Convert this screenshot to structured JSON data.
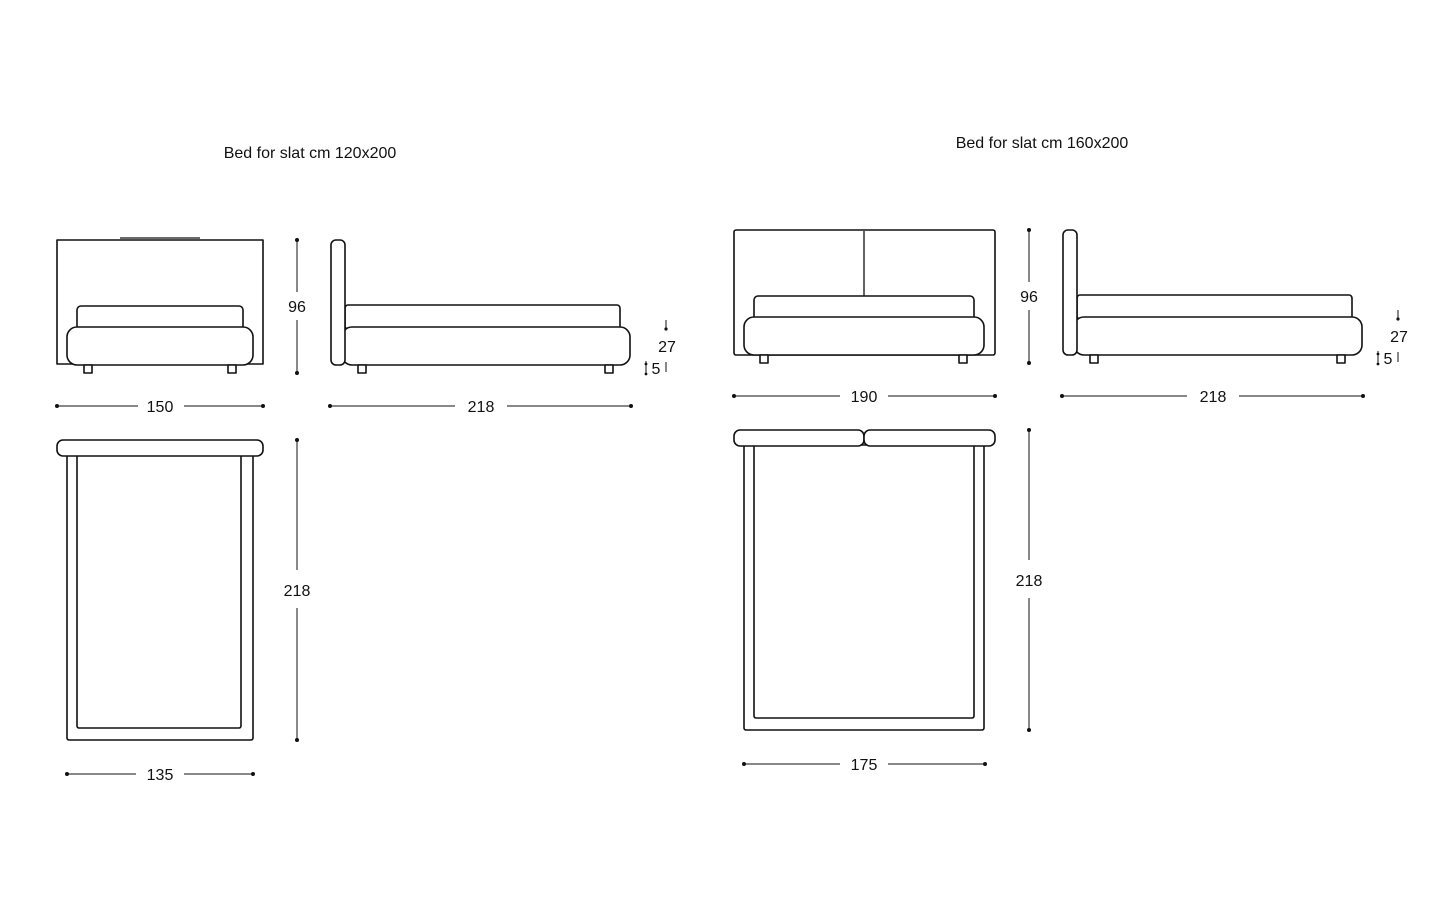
{
  "sections": [
    {
      "title": "Bed for slat cm 120x200",
      "front_width": "150",
      "height": "96",
      "side_length": "218",
      "base_height": "27",
      "foot_height": "5",
      "top_length": "218",
      "top_width": "135"
    },
    {
      "title": "Bed for slat cm 160x200",
      "front_width": "190",
      "height": "96",
      "side_length": "218",
      "base_height": "27",
      "foot_height": "5",
      "top_length": "218",
      "top_width": "175"
    }
  ]
}
